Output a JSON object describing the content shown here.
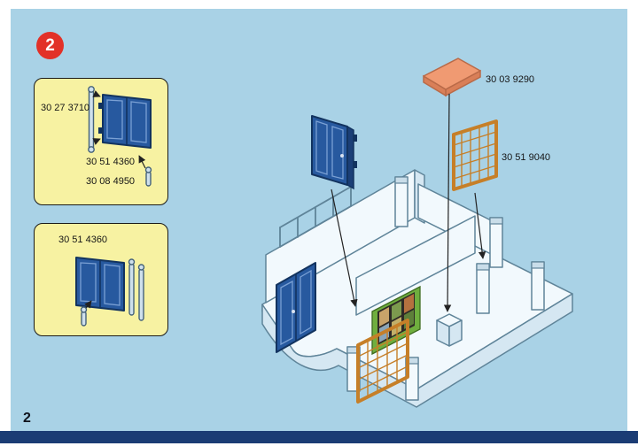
{
  "page": {
    "step_number": "2",
    "page_number": "2"
  },
  "callout_box_1": {
    "parts": [
      {
        "number": "30 27 3710"
      },
      {
        "number": "30 51 4360"
      },
      {
        "number": "30 08 4950"
      }
    ]
  },
  "callout_box_2": {
    "parts": [
      {
        "number": "30 51 4360"
      }
    ]
  },
  "main_diagram": {
    "labels": [
      {
        "number": "30 03 9290"
      },
      {
        "number": "30 51 9040"
      }
    ]
  },
  "colors": {
    "page_blue": "#a9d2e6",
    "box_yellow": "#f7f2a2",
    "badge_red": "#e23128",
    "door_blue": "#27599f",
    "roof_salmon": "#f09a72",
    "lattice_orange": "#c67f28",
    "outline_blue": "#5f8499",
    "footer_navy": "#1b3c74"
  }
}
